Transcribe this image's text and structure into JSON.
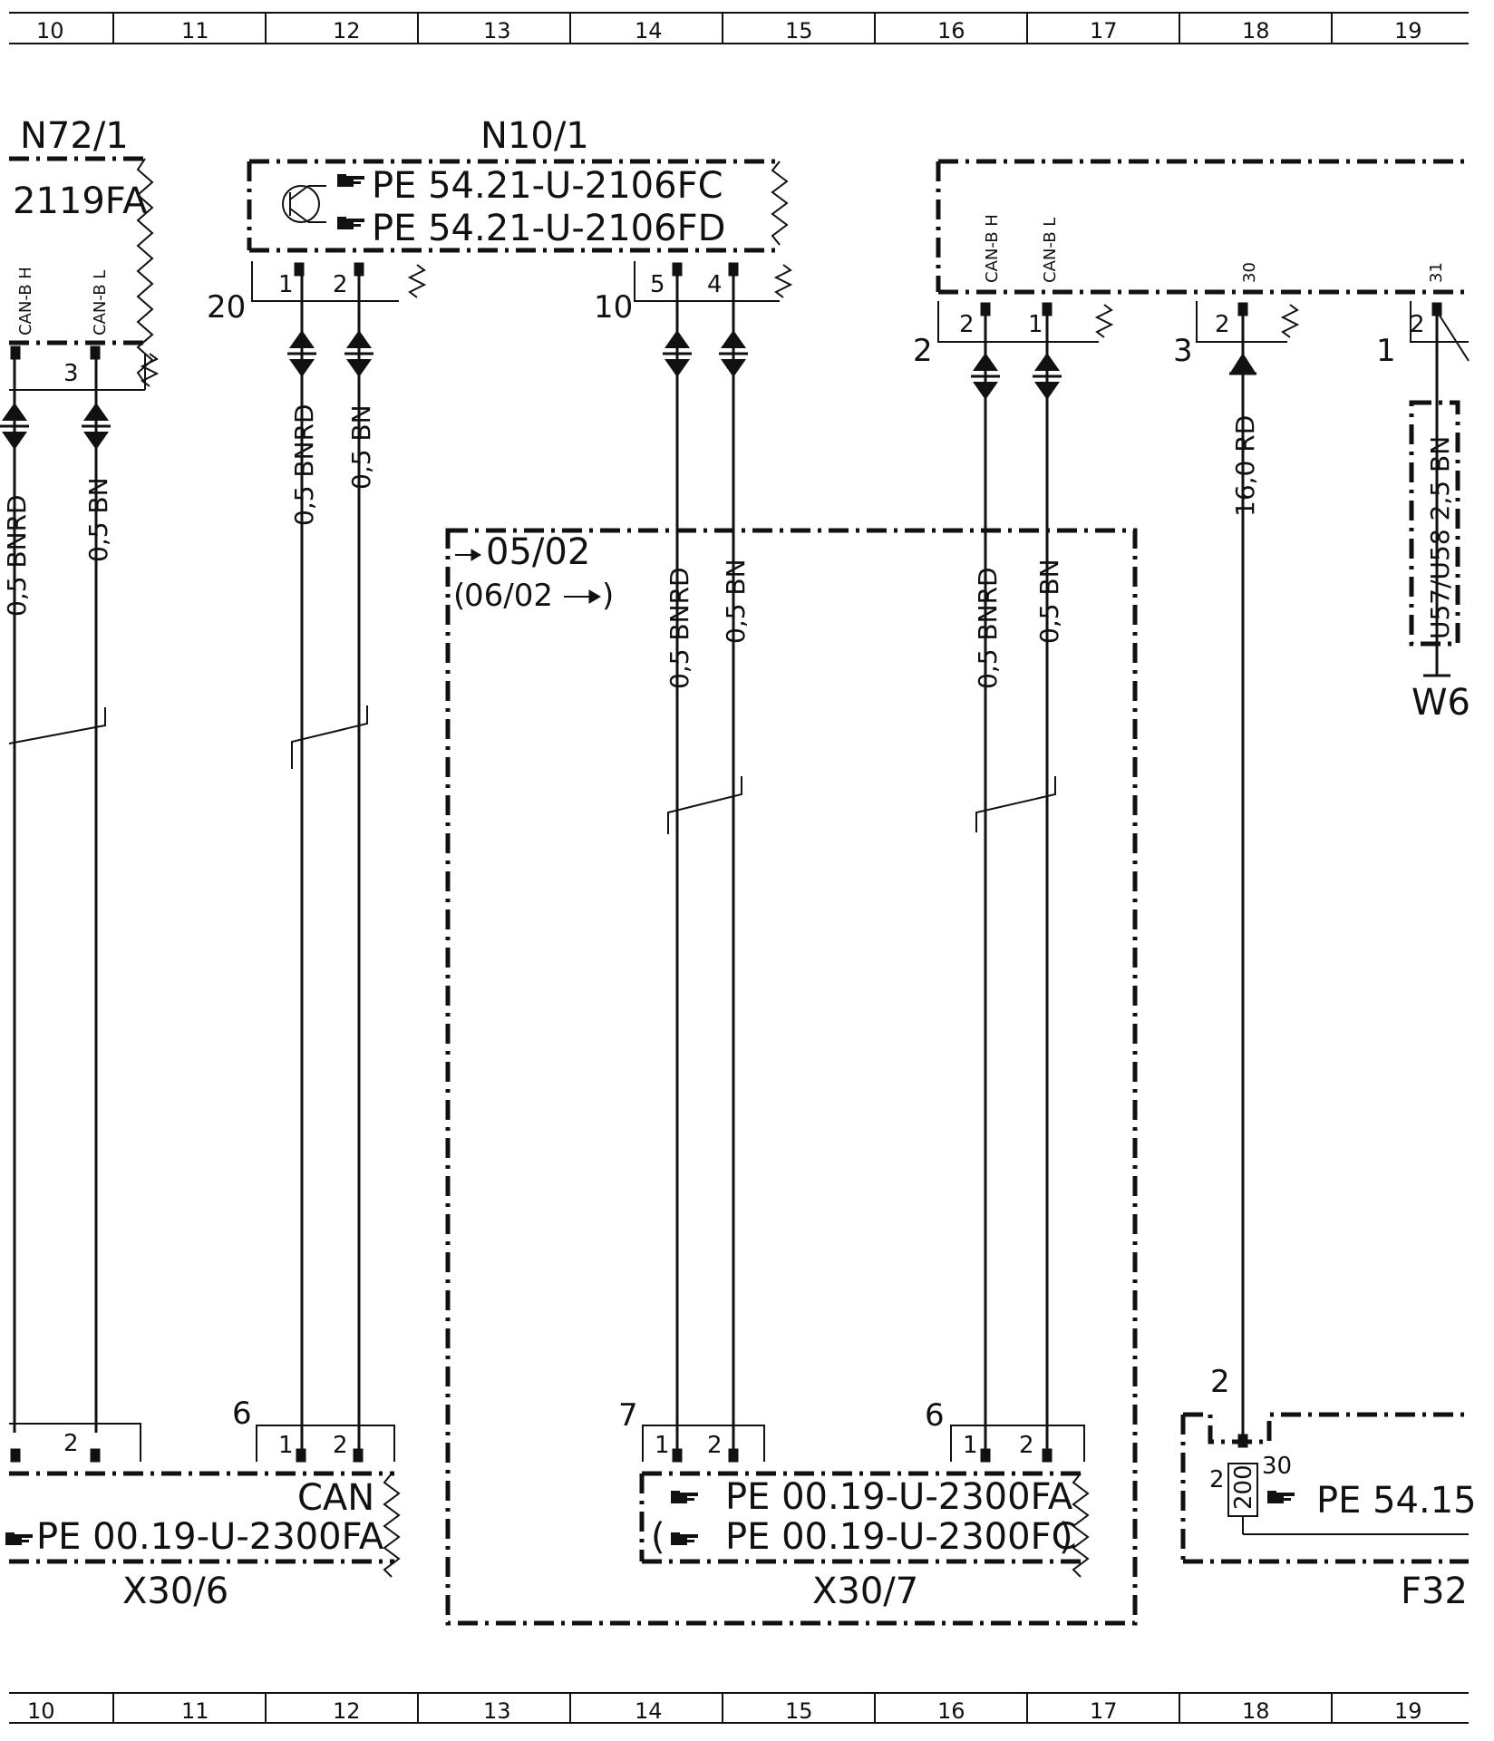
{
  "grid": {
    "columns": [
      "10",
      "11",
      "12",
      "13",
      "14",
      "15",
      "16",
      "17",
      "18",
      "19"
    ]
  },
  "components": {
    "n72_1": {
      "name": "N72/1",
      "code": "2119FA",
      "pins": [
        "3",
        "CAN-B H",
        "CAN-B L"
      ]
    },
    "n10_1": {
      "name": "N10/1",
      "refs": [
        "PE  54.21-U-2106FC",
        "PE  54.21-U-2106FD"
      ],
      "conn_left": "20",
      "conn_right": "10",
      "pins": [
        "1",
        "2",
        "5",
        "4"
      ]
    },
    "right_module": {
      "conn_a": "2",
      "conn_b": "3",
      "conn_c": "1",
      "pins": [
        "2",
        "1",
        "2",
        "2"
      ],
      "can_h": "CAN-B H",
      "can_l": "CAN-B L",
      "pin30": "30",
      "pin31": "31"
    },
    "x30_6": {
      "name": "X30/6",
      "connector": "6",
      "pins": [
        "2",
        "1",
        "2"
      ],
      "can_label": "CAN",
      "ref": "PE  00.19-U-2300FA"
    },
    "x30_7": {
      "name": "X30/7",
      "conn_a": "7",
      "conn_b": "6",
      "pins": [
        "1",
        "2",
        "1",
        "2"
      ],
      "refs": [
        "PE  00.19-U-2300FA",
        "PE  00.19-U-2300FC"
      ]
    },
    "f32": {
      "name": "F32",
      "pin": "2",
      "fuse": "200",
      "fuse_pin": "2",
      "pin30": "30",
      "ref": "PE  54.15"
    },
    "w6": {
      "name": "W6",
      "wire": "U57/U58  2,5 BN"
    }
  },
  "wires": {
    "left1": "0,5 BNRD",
    "left2": "0,5 BN",
    "w11": "0,5 BNRD",
    "w12": "0,5 BN",
    "w14": "0,5 BNRD",
    "w15": "0,5 BN",
    "w16": "0,5 BNRD",
    "w17": "0,5 BN",
    "w18": "16,0 RD"
  },
  "variant": {
    "from": "05/02",
    "until": "06/02"
  },
  "icons": [
    "hand-pointer-icon",
    "transistor-icon",
    "ground-crimp-icon",
    "fuse-icon"
  ]
}
